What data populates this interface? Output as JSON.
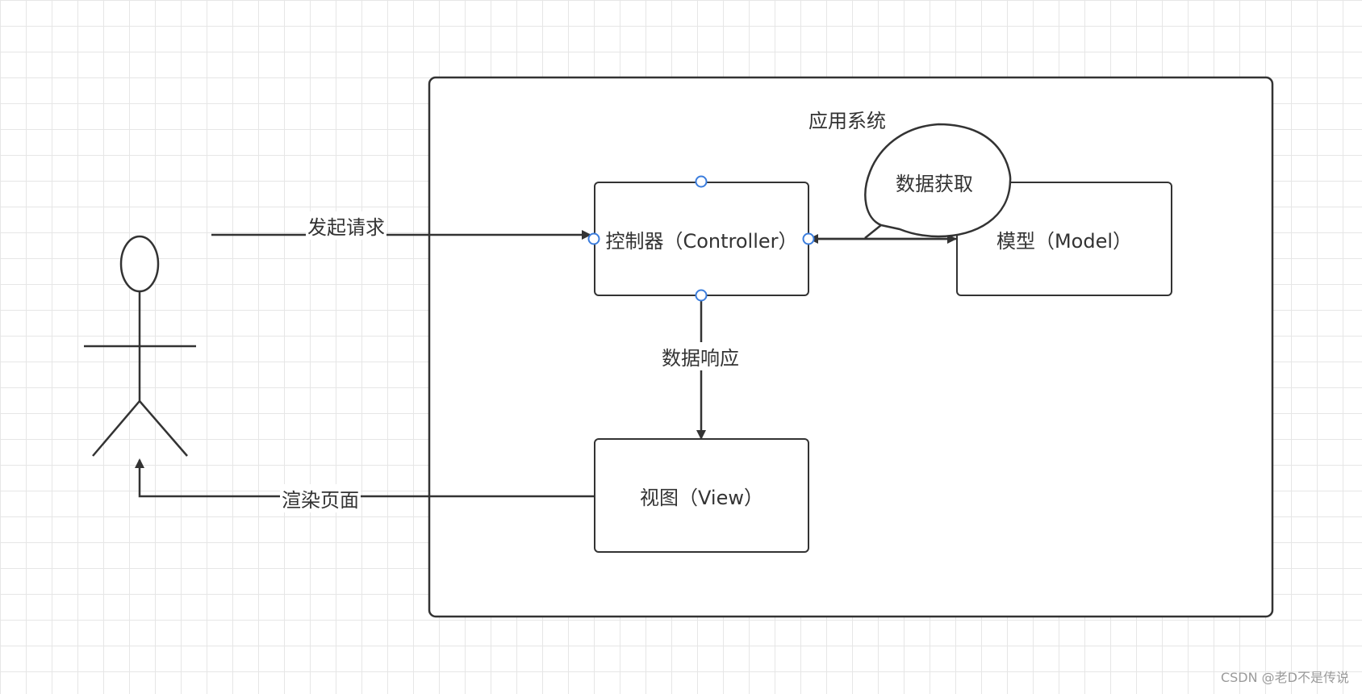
{
  "diagram": {
    "system_label": "应用系统",
    "controller_label": "控制器（Controller）",
    "model_label": "模型（Model）",
    "view_label": "视图（View）",
    "callout_label": "数据获取",
    "edge_request_label": "发起请求",
    "edge_response_label": "数据响应",
    "edge_render_label": "渲染页面"
  },
  "colors": {
    "stroke": "#333333",
    "connector_port": "#3b7ddd",
    "grid": "#e6e6e6"
  },
  "watermark": "CSDN @老D不是传说"
}
